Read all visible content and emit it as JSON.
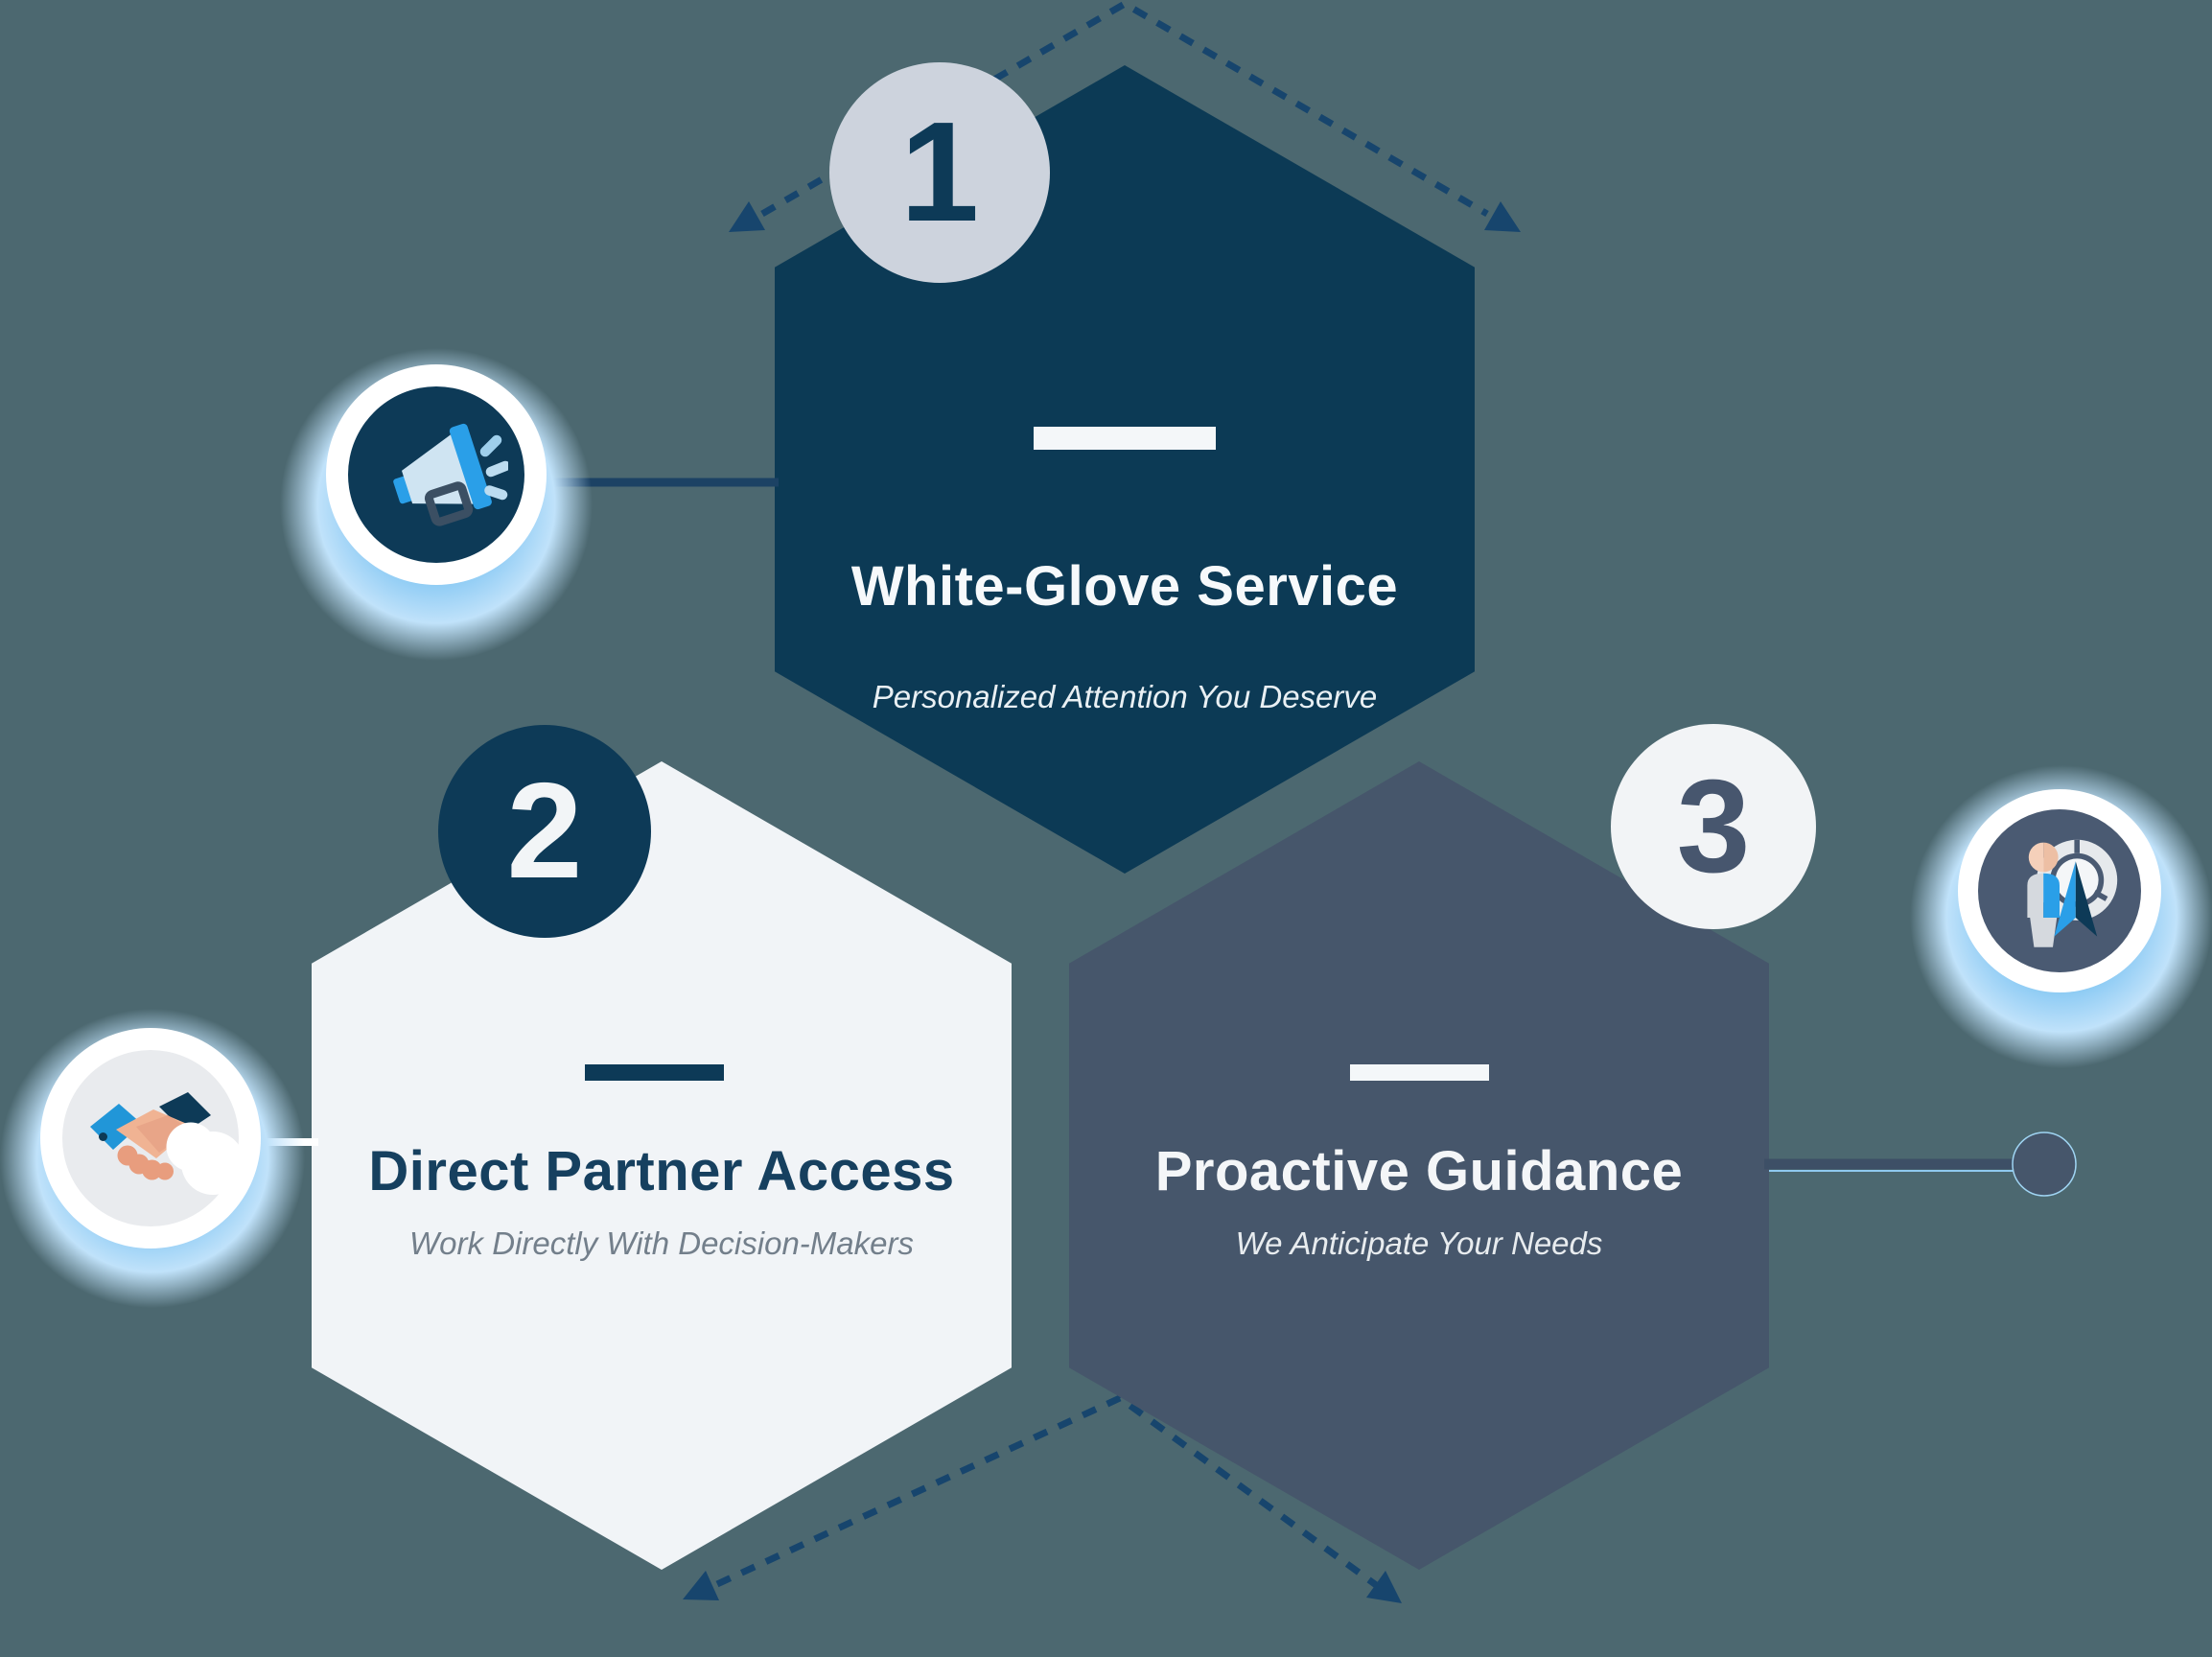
{
  "diagram_title": "Three-step service benefits hexagon infographic",
  "steps": [
    {
      "number": "1",
      "title": "White-Glove Service",
      "subtitle": "Personalized Attention You Deserve",
      "icon": "megaphone-icon",
      "hex_color": "#0c3a55",
      "badge_color": "#cdd3dd",
      "badge_text_color": "#0d3a57"
    },
    {
      "number": "2",
      "title": "Direct Partner Access",
      "subtitle": "Work Directly With Decision-Makers",
      "icon": "handshake-icon",
      "hex_color": "#f1f4f7",
      "badge_color": "#0d3a57",
      "badge_text_color": "#f2f5f7"
    },
    {
      "number": "3",
      "title": "Proactive Guidance",
      "subtitle": "We Anticipate Your Needs",
      "icon": "person-compass-icon",
      "hex_color": "#46566b",
      "badge_color": "#f2f4f6",
      "badge_text_color": "#47566e"
    }
  ],
  "colors": {
    "background": "#4c6870",
    "dashed_line": "#17456d",
    "icon_glow": "#7ec5f2",
    "icon_accent_blue": "#2a9fe8",
    "connector_navy": "#1c4264",
    "connector_white": "#ffffff",
    "connector_slate": "#3d4f66"
  }
}
